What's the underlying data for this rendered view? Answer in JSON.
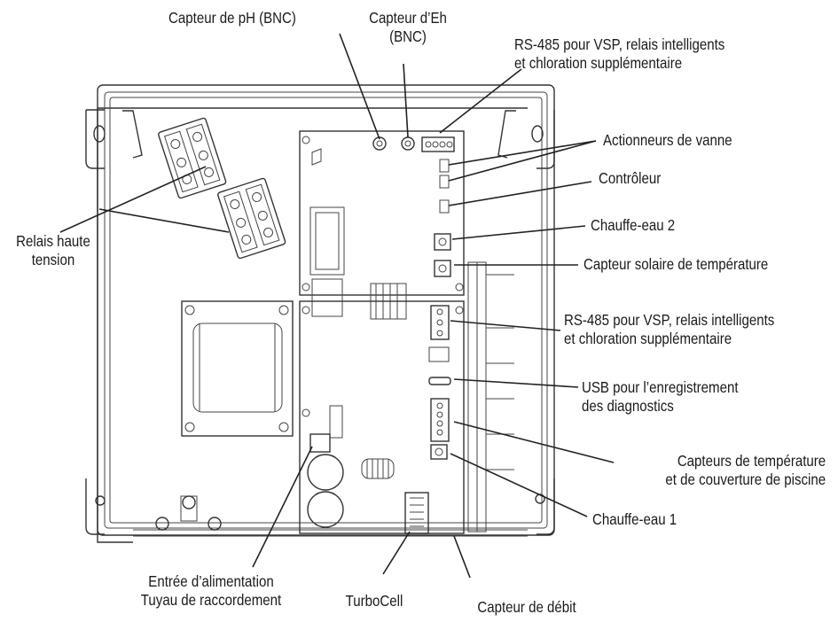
{
  "labels": {
    "ph_sensor": "Capteur de pH (BNC)",
    "eh_sensor": {
      "line1": "Capteur d’Eh",
      "line2": "(BNC)"
    },
    "rs485_top": {
      "line1": "RS-485 pour VSP, relais intelligents",
      "line2": "et chloration supplémentaire"
    },
    "valve_actuators": "Actionneurs de vanne",
    "controller": "Contrôleur",
    "heater2": "Chauffe-eau 2",
    "solar_temp": "Capteur solaire de température",
    "rs485_mid": {
      "line1": "RS-485 pour VSP, relais intelligents",
      "line2": "et chloration supplémentaire"
    },
    "usb": {
      "line1": "USB pour l’enregistrement",
      "line2": "des diagnostics"
    },
    "temp_cover": {
      "line1": "Capteurs de température",
      "line2": "et de couverture de piscine"
    },
    "heater1": "Chauffe-eau 1",
    "high_voltage_relays": {
      "line1": "Relais haute",
      "line2": "tension"
    },
    "power_input": {
      "line1": "Entrée d’alimentation",
      "line2": "Tuyau de raccordement"
    },
    "turbocell": "TurboCell",
    "flow_sensor": "Capteur de débit"
  }
}
